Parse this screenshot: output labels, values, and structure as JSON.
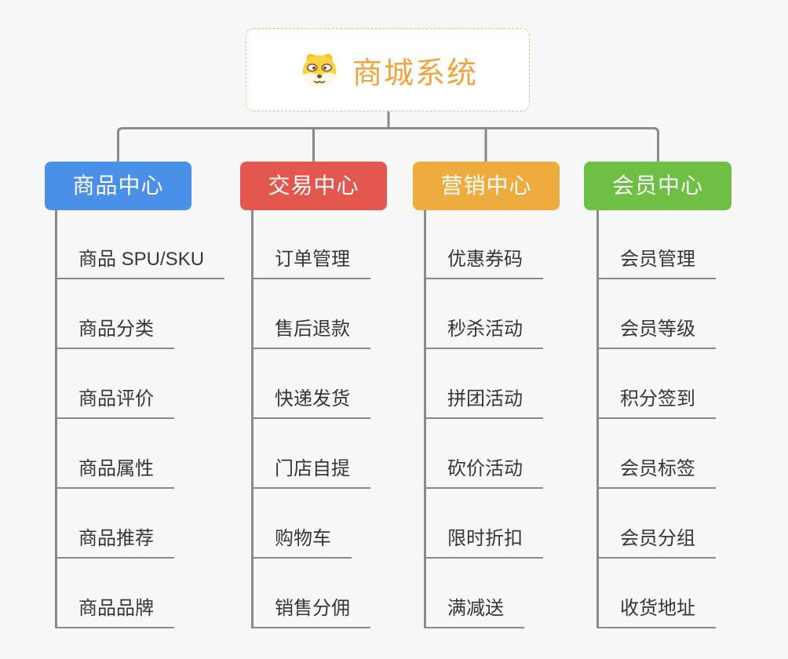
{
  "page": {
    "background_color": "#f7f7f7",
    "connector_color": "#8a8a8a"
  },
  "root": {
    "title": "商城系统",
    "icon": "shiba-dog-icon",
    "text_color": "#f2a33c",
    "border_color": "#f0bc72"
  },
  "columns": [
    {
      "label": "商品中心",
      "color": "#4a8fe8",
      "items": [
        "商品 SPU/SKU",
        "商品分类",
        "商品评价",
        "商品属性",
        "商品推荐",
        "商品品牌"
      ]
    },
    {
      "label": "交易中心",
      "color": "#e4574f",
      "items": [
        "订单管理",
        "售后退款",
        "快递发货",
        "门店自提",
        "购物车",
        "销售分佣"
      ]
    },
    {
      "label": "营销中心",
      "color": "#eeac3f",
      "items": [
        "优惠券码",
        "秒杀活动",
        "拼团活动",
        "砍价活动",
        "限时折扣",
        "满减送"
      ]
    },
    {
      "label": "会员中心",
      "color": "#6ebf44",
      "items": [
        "会员管理",
        "会员等级",
        "积分签到",
        "会员标签",
        "会员分组",
        "收货地址"
      ]
    }
  ]
}
